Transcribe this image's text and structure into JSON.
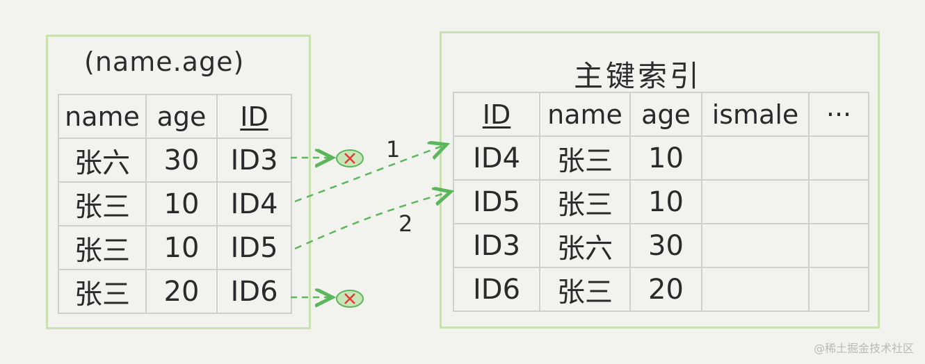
{
  "left_index": {
    "title": "(name.age)",
    "headers": [
      "name",
      "age",
      "ID"
    ],
    "rows": [
      [
        "张六",
        "30",
        "ID3"
      ],
      [
        "张三",
        "10",
        "ID4"
      ],
      [
        "张三",
        "10",
        "ID5"
      ],
      [
        "张三",
        "20",
        "ID6"
      ]
    ]
  },
  "primary_index": {
    "title": "主键索引",
    "headers": [
      "ID",
      "name",
      "age",
      "ismale",
      "···"
    ],
    "rows": [
      [
        "ID4",
        "张三",
        "10",
        "",
        ""
      ],
      [
        "ID5",
        "张三",
        "10",
        "",
        ""
      ],
      [
        "ID3",
        "张六",
        "30",
        "",
        ""
      ],
      [
        "ID6",
        "张三",
        "20",
        "",
        ""
      ]
    ]
  },
  "links": {
    "label_1": "1",
    "label_2": "2"
  },
  "colors": {
    "panel_border": "#c9e0b0",
    "arrow": "#5cb65c",
    "reject_fill": "#c8e6b8",
    "reject_x": "#e53935"
  },
  "watermark": "@稀土掘金技术社区"
}
